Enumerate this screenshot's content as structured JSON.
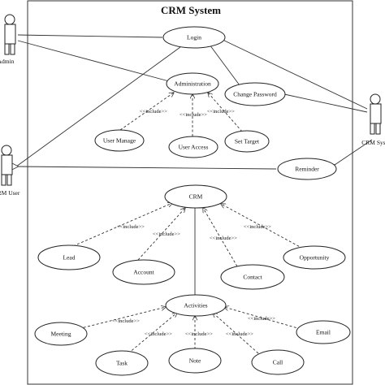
{
  "title": "CRM System",
  "actors": {
    "admin": "Admin",
    "crm_user": "CRM User",
    "crm_system": "CRM Sys"
  },
  "use_cases": {
    "login": "Login",
    "administration": "Administration",
    "change_password": "Change Password",
    "user_manage": "User Manage",
    "user_access": "User Access",
    "set_target": "Set Target",
    "reminder": "Reminder",
    "crm": "CRM",
    "lead": "Lead",
    "account": "Account",
    "contact": "Contact",
    "opportunity": "Opportunity",
    "activities": "Activities",
    "meeting": "Meeting",
    "task": "Task",
    "note": "Note",
    "call": "Call",
    "email": "Email"
  },
  "include_label": "<<include>>"
}
